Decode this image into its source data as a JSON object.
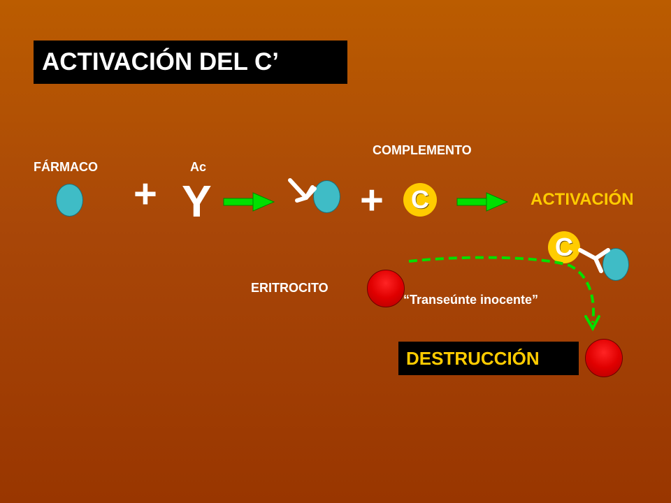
{
  "slide": {
    "title": "ACTIVACIÓN DEL C’",
    "labels": {
      "farmaco": "FÁRMACO",
      "ac": "Ac",
      "complemento": "COMPLEMENTO",
      "eritrocito": "ERITROCITO"
    },
    "symbols": {
      "plus": "+",
      "antibody": "Y",
      "complement": "C"
    },
    "activation_text": "ACTIVACIÓN",
    "bystander_text": "“Transeúnte inocente”",
    "destruction_text": "DESTRUCCIÓN"
  },
  "colors": {
    "arrow": "#00e000",
    "drug": "#3fbcc6",
    "complement": "#ffcc00",
    "erythrocyte": "#e00000",
    "highlight_text": "#ffcc00"
  }
}
